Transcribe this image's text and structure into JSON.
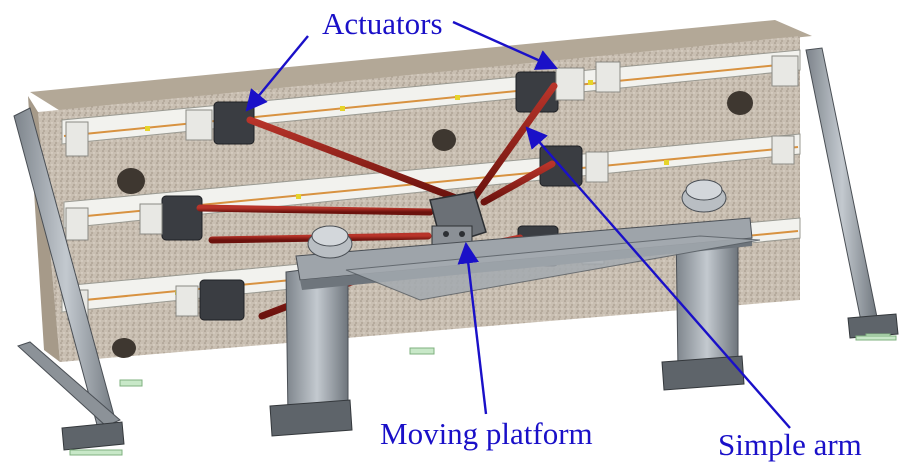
{
  "labels": {
    "actuators": "Actuators",
    "moving_platform": "Moving platform",
    "simple_arm": "Simple arm"
  },
  "colors": {
    "label_text": "#1a10c8",
    "arrow": "#1a10c8",
    "granite": "#c9bfb2",
    "rail": "#f2f2ee",
    "strut": "#8e1b14",
    "steel": "#9aa1a8",
    "pad": "#c8e8c8"
  }
}
